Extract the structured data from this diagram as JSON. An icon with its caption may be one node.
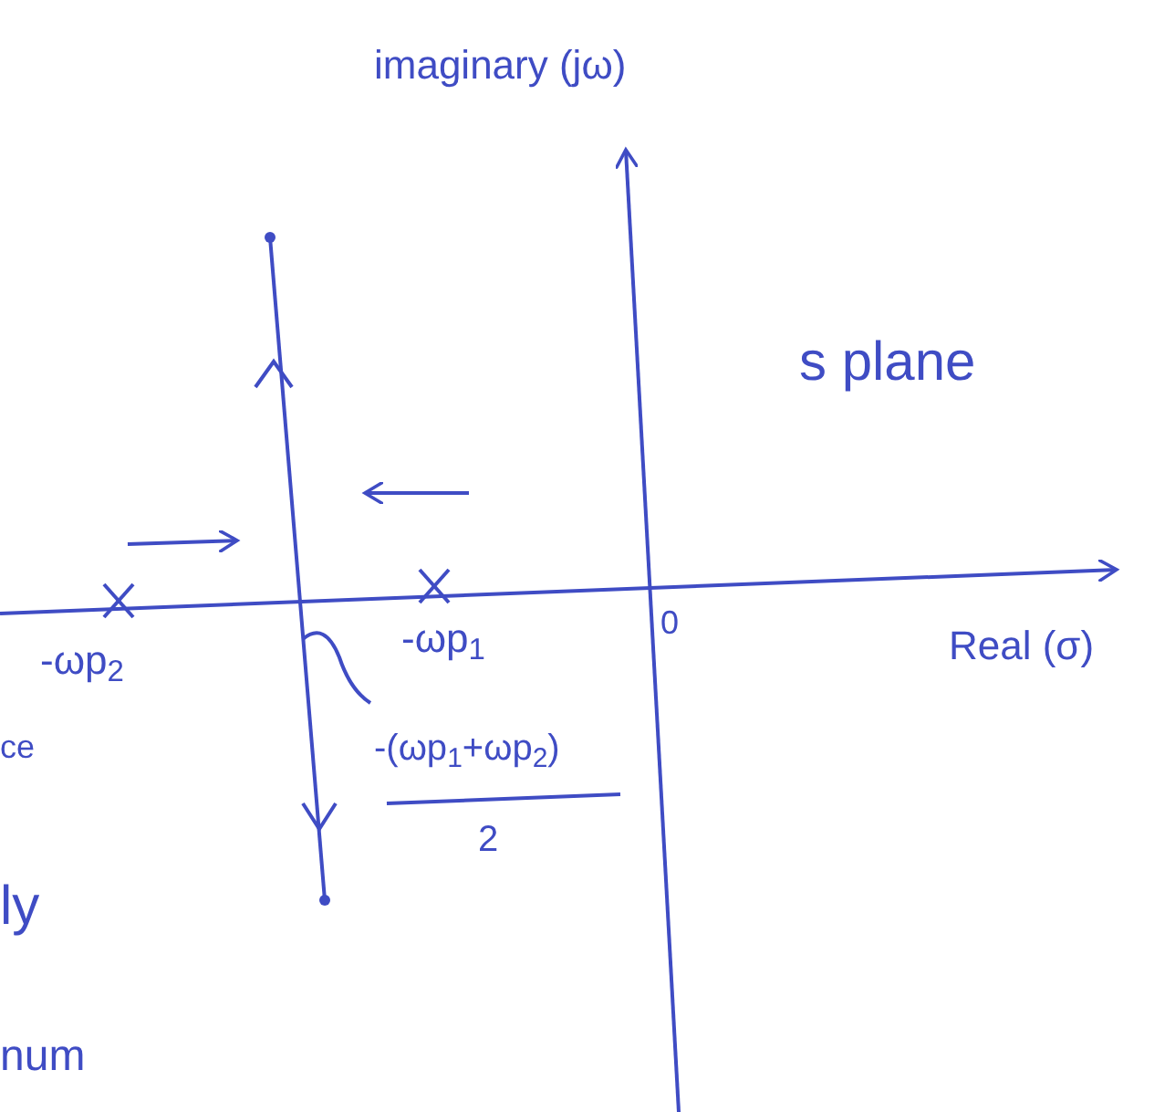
{
  "diagram": {
    "labels": [
      "imaginary (jω)",
      "s plane",
      "-ωp$_{2}$",
      "-ωp$_{1}$",
      "0",
      "Real (σ)",
      "-(ωp$_{1}$+ωp$_{2}$)",
      "2",
      "ce",
      "ly",
      "num"
    ]
  }
}
